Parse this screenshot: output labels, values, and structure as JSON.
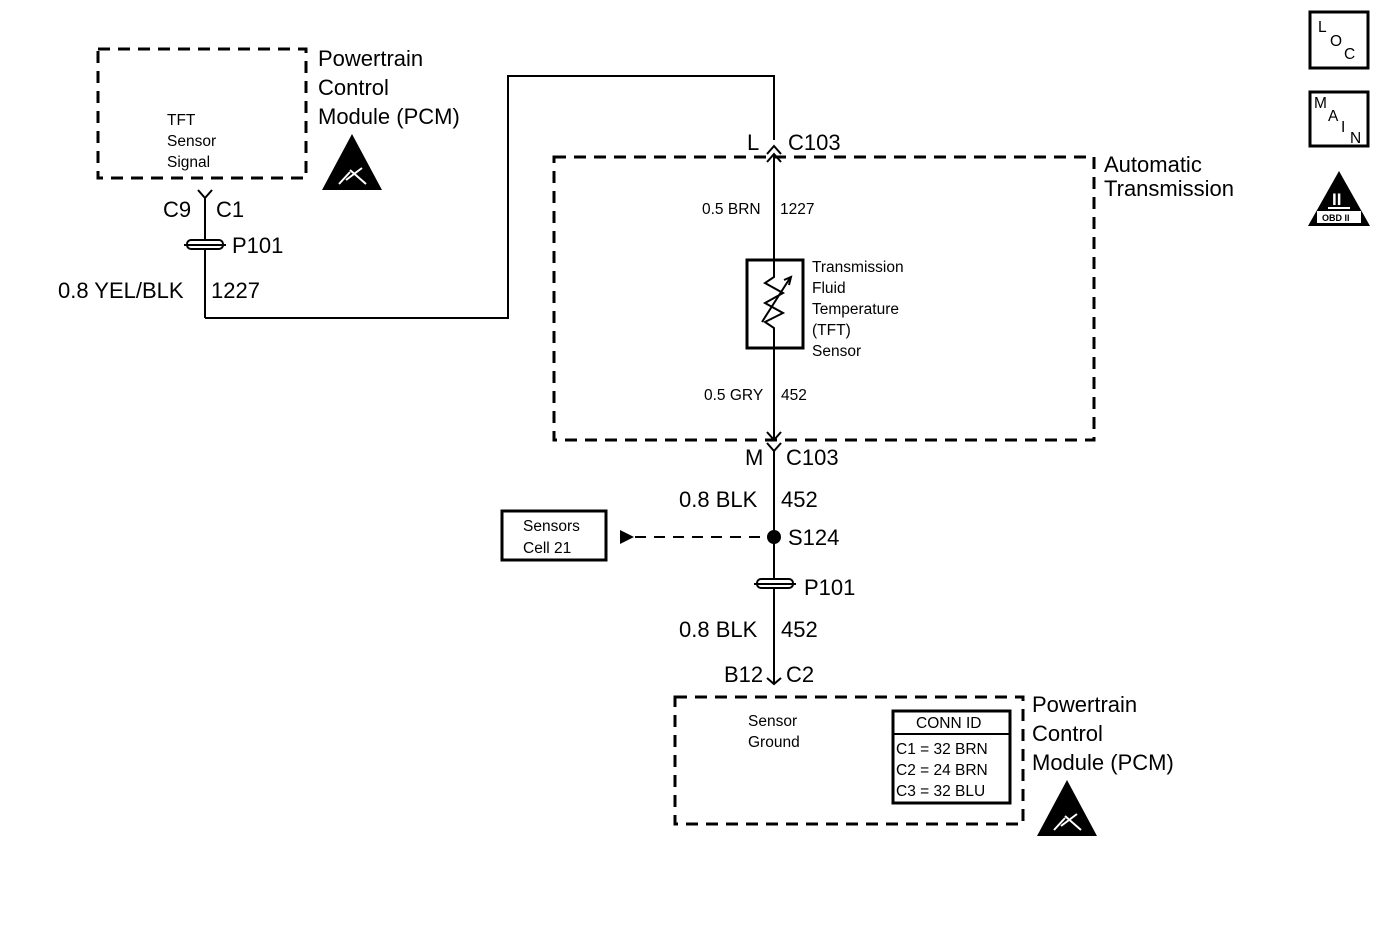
{
  "top_pcm": {
    "title_lines": [
      "Powertrain",
      "Control",
      "Module (PCM)"
    ],
    "signal_lines": [
      "TFT",
      "Sensor",
      "Signal"
    ],
    "connector_pin": "C9",
    "connector_id": "C1",
    "passthrough": "P101",
    "wire_gauge_color": "0.8 YEL/BLK",
    "circuit": "1227"
  },
  "transmission": {
    "title_lines": [
      "Automatic",
      "Transmission"
    ],
    "top_conn_pin": "L",
    "top_conn_id": "C103",
    "upper_wire_gauge_color": "0.5 BRN",
    "upper_wire_circuit": "1227",
    "sensor_lines": [
      "Transmission",
      "Fluid",
      "Temperature",
      "(TFT)",
      "Sensor"
    ],
    "lower_wire_gauge_color": "0.5 GRY",
    "lower_wire_circuit": "452",
    "bottom_conn_pin": "M",
    "bottom_conn_id": "C103"
  },
  "ground_path": {
    "wire1_gauge_color": "0.8 BLK",
    "wire1_circuit": "452",
    "splice": "S124",
    "reference_lines": [
      "Sensors",
      "Cell 21"
    ],
    "passthrough": "P101",
    "wire2_gauge_color": "0.8 BLK",
    "wire2_circuit": "452",
    "pcm_pin": "B12",
    "pcm_connector": "C2"
  },
  "bottom_pcm": {
    "title_lines": [
      "Powertrain",
      "Control",
      "Module (PCM)"
    ],
    "ground_lines": [
      "Sensor",
      "Ground"
    ],
    "conn_table": {
      "header": "CONN ID",
      "rows": [
        "C1 = 32 BRN",
        "C2 = 24 BRN",
        "C3 = 32 BLU"
      ]
    }
  },
  "side_icons": {
    "loc": [
      "L",
      "O",
      "C"
    ],
    "main": [
      "M",
      "A",
      "I",
      "N"
    ],
    "obd": {
      "numeral": "II",
      "label": "OBD II"
    }
  }
}
